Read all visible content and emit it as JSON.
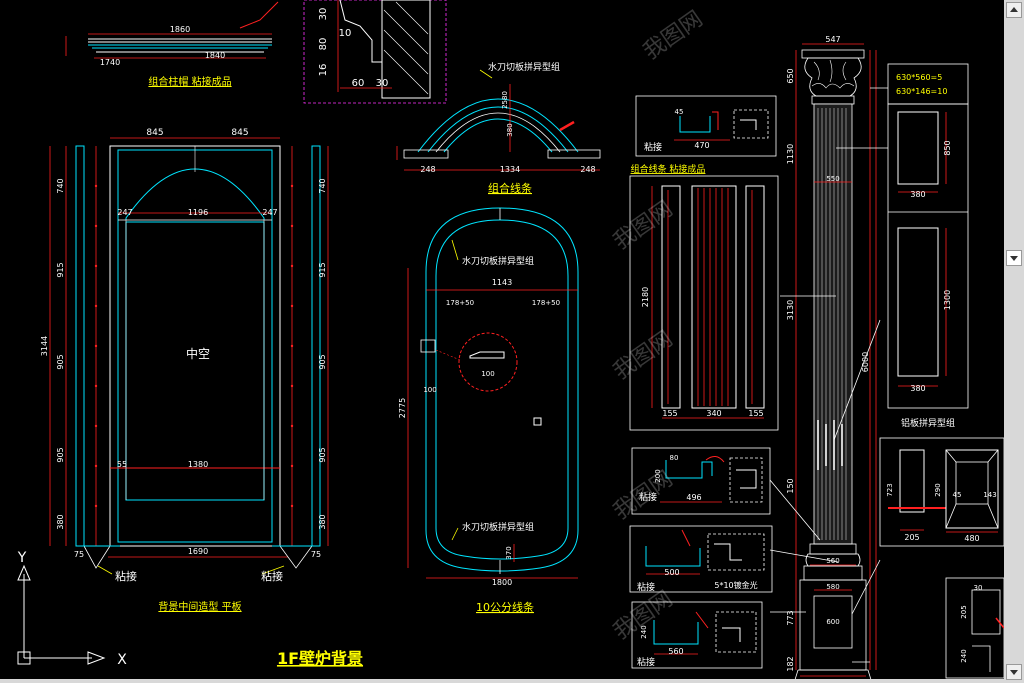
{
  "colors": {
    "background": "#000000",
    "cyan": "#00e5ff",
    "white": "#ffffff",
    "red": "#ff2020",
    "yellow": "#ffff00",
    "green": "#00ff66",
    "magenta": "#ff33ff",
    "scrollbar": "#d8d8d8"
  },
  "titles": {
    "main": "1F壁炉背景",
    "cap_top": "组合柱帽 粘接成品",
    "cap_bead": "组合线条",
    "cap_left": "背景中间造型 平板",
    "cap_mid": "10公分线条",
    "cap_detail": "组合线条 粘接成品",
    "cap_panel": "铝板拼异型组"
  },
  "labels": {
    "hollow": "中空",
    "glue_left": "粘接",
    "glue_right": "粘接",
    "waterjet_top": "水刀切板拼异型组",
    "waterjet_mid": "水刀切板拼异型组",
    "waterjet_bottom": "水刀切板拼异型组",
    "glue_d1": "粘接",
    "glue_d2": "粘接",
    "glue_d3": "粘接",
    "glue_d4": "粘接",
    "d3_note": "5*10镀金光",
    "right_note1": "630*560=5",
    "right_note2": "630*146=10",
    "axis_x": "X",
    "axis_y": "Y"
  },
  "dims": {
    "top_1860": "1860",
    "top_1740": "1740",
    "top_1840": "1840",
    "p30": "30",
    "p10": "10",
    "p80": "80",
    "p16": "16",
    "p60": "60",
    "p30b": "30",
    "w845a": "845",
    "w845b": "845",
    "w247a": "247",
    "w1196": "1196",
    "w247b": "247",
    "w55": "55",
    "w1380": "1380",
    "w75a": "75",
    "w1690": "1690",
    "w75b": "75",
    "h740a": "740",
    "h915a": "915",
    "h3144": "3144",
    "h905": "905",
    "h905b": "905",
    "h380": "380",
    "h740b": "740",
    "h915b": "915",
    "h905c": "905",
    "h905d": "905",
    "h380b": "380",
    "arch_248a": "248",
    "arch_1334": "1334",
    "arch_248b": "248",
    "arch_380": "380",
    "arch_h": "2580",
    "m1143": "1143",
    "m178a": "178+50",
    "m178b": "178+50",
    "m100": "100",
    "m2775": "2775",
    "m1800": "1800",
    "m370": "370",
    "m100b": "100",
    "d1_45": "45",
    "d1_470": "470",
    "dp_2180": "2180",
    "dp_155a": "155",
    "dp_340": "340",
    "dp_155b": "155",
    "d2_496": "496",
    "d2_80": "80",
    "d2_200": "200",
    "d3_500": "500",
    "d4_560": "560",
    "d4_240": "240",
    "col_547": "547",
    "col_650": "650",
    "col_3130": "3130",
    "col_6000": "6000",
    "col_1130": "1130",
    "col_560": "560",
    "col_580": "580",
    "col_150": "150",
    "col_550": "550",
    "col_600": "600",
    "col_773": "773",
    "col_182": "182",
    "rp_380a": "380",
    "rp_850": "850",
    "rp_380b": "380",
    "rp_1300": "1300",
    "rb_205": "205",
    "rb_723": "723",
    "rb_45": "45",
    "rb_290": "290",
    "rb_143": "143",
    "rb_480": "480",
    "rb_30": "30",
    "rb_205b": "205",
    "rb_240": "240"
  },
  "watermark": "我图网"
}
